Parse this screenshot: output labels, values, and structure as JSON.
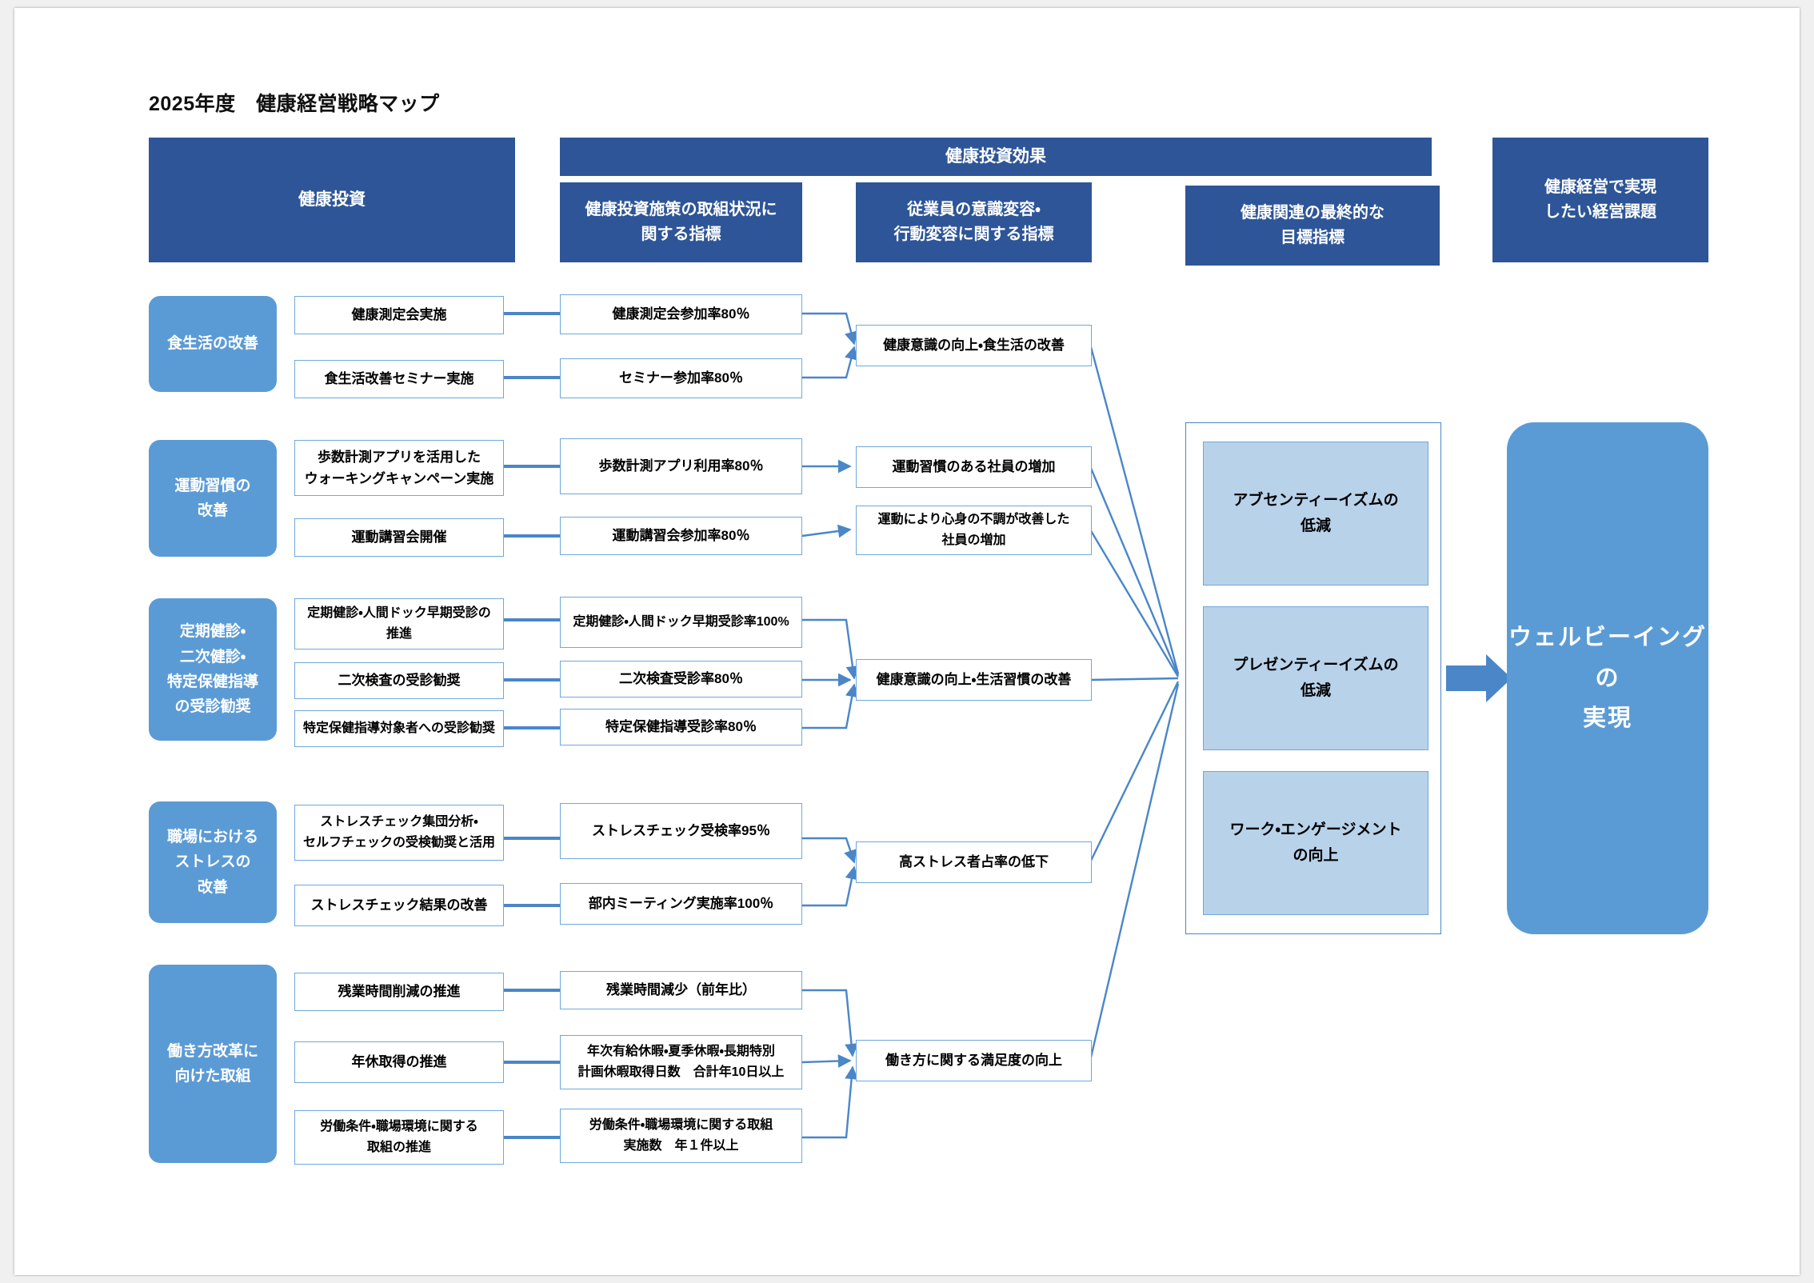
{
  "title": "2025年度　健康経営戦略マップ",
  "headers": {
    "investment": "健康投資",
    "effect_band": "健康投資効果",
    "col_measures": [
      "健康投資施策の取組状況に",
      "関する指標"
    ],
    "col_behavior": [
      "従業員の意識変容・",
      "行動変容に関する指標"
    ],
    "col_final": [
      "健康関連の最終的な",
      "目標指標"
    ],
    "col_issue": [
      "健康経営で実現",
      "したい経営課題"
    ]
  },
  "rows": [
    {
      "category": [
        "食生活の改善"
      ],
      "measures": [
        {
          "action": [
            "健康測定会実施"
          ],
          "kpi": [
            "健康測定会参加率80％"
          ]
        },
        {
          "action": [
            "食生活改善セミナー実施"
          ],
          "kpi": [
            "セミナー参加率80％"
          ]
        }
      ],
      "outcomes": [
        [
          "健康意識の向上・食生活の改善"
        ]
      ]
    },
    {
      "category": [
        "運動習慣の",
        "改善"
      ],
      "measures": [
        {
          "action": [
            "歩数計測アプリを活用した",
            "ウォーキングキャンペーン実施"
          ],
          "kpi": [
            "歩数計測アプリ利用率80％"
          ]
        },
        {
          "action": [
            "運動講習会開催"
          ],
          "kpi": [
            "運動講習会参加率80％"
          ]
        }
      ],
      "outcomes": [
        [
          "運動習慣のある社員の増加"
        ],
        [
          "運動により心身の不調が改善した",
          "社員の増加"
        ]
      ]
    },
    {
      "category": [
        "定期健診・",
        "二次健診・",
        "特定保健指導",
        "の受診勧奨"
      ],
      "measures": [
        {
          "action": [
            "定期健診・人間ドック早期受診の",
            "推進"
          ],
          "kpi": [
            "定期健診・人間ドック早期受診率100%"
          ]
        },
        {
          "action": [
            "二次検査の受診勧奨"
          ],
          "kpi": [
            "二次検査受診率80％"
          ]
        },
        {
          "action": [
            "特定保健指導対象者への受診勧奨"
          ],
          "kpi": [
            "特定保健指導受診率80％"
          ]
        }
      ],
      "outcomes": [
        [
          "健康意識の向上・生活習慣の改善"
        ]
      ]
    },
    {
      "category": [
        "職場における",
        "ストレスの",
        "改善"
      ],
      "measures": [
        {
          "action": [
            "ストレスチェック集団分析・",
            "セルフチェックの受検勧奨と活用"
          ],
          "kpi": [
            "ストレスチェック受検率95％"
          ]
        },
        {
          "action": [
            "ストレスチェック結果の改善"
          ],
          "kpi": [
            "部内ミーティング実施率100％"
          ]
        }
      ],
      "outcomes": [
        [
          "高ストレス者占率の低下"
        ]
      ]
    },
    {
      "category": [
        "働き方改革に",
        "向けた取組"
      ],
      "measures": [
        {
          "action": [
            "残業時間削減の推進"
          ],
          "kpi": [
            "残業時間減少（前年比）"
          ]
        },
        {
          "action": [
            "年休取得の推進"
          ],
          "kpi": [
            "年次有給休暇・夏季休暇・長期特別",
            "計画休暇取得日数　合計年10日以上"
          ]
        },
        {
          "action": [
            "労働条件・職場環境に関する",
            "取組の推進"
          ],
          "kpi": [
            "労働条件・職場環境に関する取組",
            "実施数　年１件以上"
          ]
        }
      ],
      "outcomes": [
        [
          "働き方に関する満足度の向上"
        ]
      ]
    }
  ],
  "kpis": [
    [
      "アブセンティーイズムの",
      "低減"
    ],
    [
      "プレゼンティーイズムの",
      "低減"
    ],
    [
      "ワーク・エンゲージメント",
      "の向上"
    ]
  ],
  "goal": [
    "ウェルビーイング",
    "の",
    "実現"
  ],
  "colors": {
    "header_dark": "#2e5597",
    "category_fill": "#5b9bd5",
    "box_border": "#6fa8dc",
    "kpi_fill": "#b8d2ea",
    "connector": "#4a86c8",
    "page_bg": "#ffffff"
  }
}
